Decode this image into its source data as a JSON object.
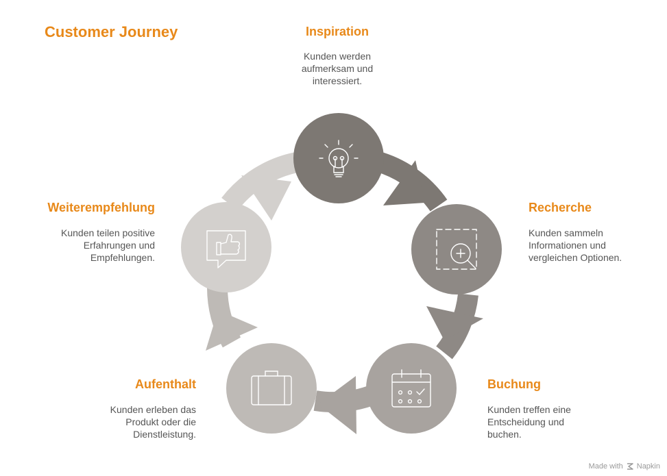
{
  "title": "Customer Journey",
  "colors": {
    "accent": "#E8891A",
    "stage_inspiration": "#7D7873",
    "stage_recherche": "#8E8985",
    "stage_buchung": "#A8A39F",
    "stage_aufenthalt": "#BEBAB6",
    "stage_weiterempfehlung": "#D3D0CD"
  },
  "stages": [
    {
      "title": "Inspiration",
      "description": [
        "Kunden werden",
        "aufmerksam und",
        "interessiert."
      ],
      "icon": "lightbulb-icon"
    },
    {
      "title": "Recherche",
      "description": [
        "Kunden sammeln",
        "Informationen und",
        "vergleichen Optionen."
      ],
      "icon": "magnifier-icon"
    },
    {
      "title": "Buchung",
      "description": [
        "Kunden treffen eine",
        "Entscheidung und",
        "buchen."
      ],
      "icon": "calendar-icon"
    },
    {
      "title": "Aufenthalt",
      "description": [
        "Kunden erleben das",
        "Produkt oder die",
        "Dienstleistung."
      ],
      "icon": "suitcase-icon"
    },
    {
      "title": "Weiterempfehlung",
      "description": [
        "Kunden teilen positive",
        "Erfahrungen und",
        "Empfehlungen."
      ],
      "icon": "thumbs-up-icon"
    }
  ],
  "footer": {
    "made_with": "Made with",
    "brand": "Napkin"
  }
}
